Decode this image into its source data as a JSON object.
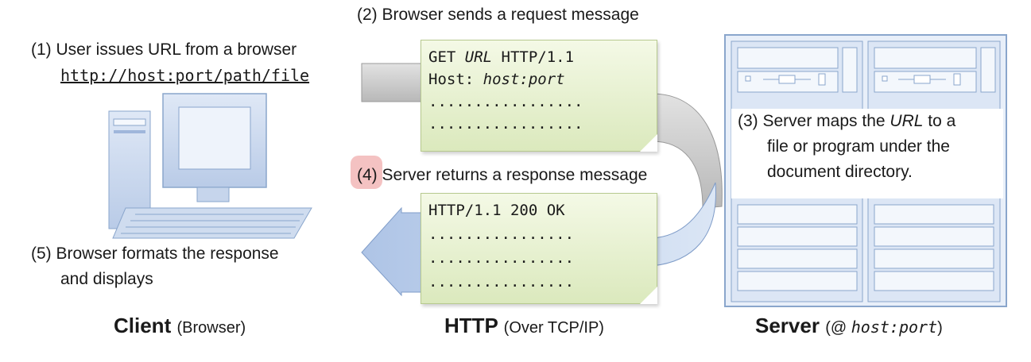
{
  "steps": {
    "step1": {
      "line1": "(1) User issues URL from a browser",
      "url": "http://host:port/path/file"
    },
    "step2": "(2) Browser sends a request message",
    "step3": {
      "prefix": "(3) Server maps the ",
      "url_word": "URL",
      "suffix": " to a",
      "line2": "file or program under the",
      "line3": "document directory."
    },
    "step4": "(4) Server returns a response message",
    "step5": {
      "line1": "(5) Browser formats the response",
      "line2": "and displays"
    }
  },
  "request_message": {
    "line1_prefix": "GET ",
    "line1_url": "URL",
    "line1_suffix": " HTTP/1.1",
    "line2_prefix": "Host: ",
    "line2_host": "host:port",
    "dots": "................."
  },
  "response_message": {
    "status": "HTTP/1.1 200 OK",
    "dots": "................"
  },
  "captions": {
    "client": {
      "main": "Client",
      "sub": "(Browser)"
    },
    "http": {
      "main": "HTTP",
      "sub": "(Over TCP/IP)"
    },
    "server": {
      "main": "Server",
      "sub_prefix": "(@ ",
      "sub_host": "host:port",
      "sub_suffix": ")"
    }
  },
  "colors": {
    "arrow_gray": "#c8c8c8",
    "arrow_blue": "#c5d6ee",
    "note_green": "#dbe9bd",
    "server_blue": "#e3ecf8",
    "highlight": "#f4c2c2"
  }
}
